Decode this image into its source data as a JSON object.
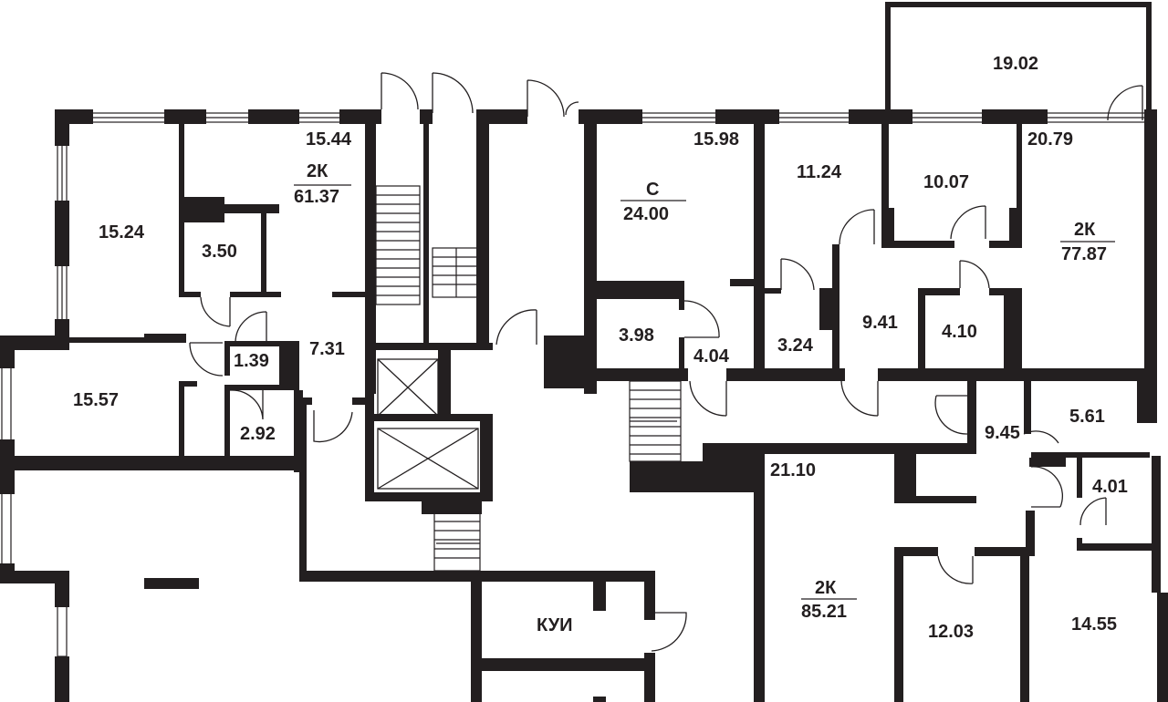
{
  "colors": {
    "wall": "#231f20",
    "background": "#ffffff"
  },
  "labels": {
    "r1544": "15.44",
    "apt1_type": "2К",
    "apt1_area": "61.37",
    "r1524": "15.24",
    "r350": "3.50",
    "r139": "1.39",
    "r731": "7.31",
    "r1557": "15.57",
    "r292": "2.92",
    "r1598": "15.98",
    "storage_type": "С",
    "storage_area": "24.00",
    "r398": "3.98",
    "r404": "4.04",
    "r1124": "11.24",
    "r1007": "10.07",
    "r1902": "19.02",
    "r2079": "20.79",
    "apt2_type": "2К",
    "apt2_area": "77.87",
    "r324": "3.24",
    "r941": "9.41",
    "r410": "4.10",
    "r945": "9.45",
    "r561": "5.61",
    "r2110": "21.10",
    "r401": "4.01",
    "apt3_type": "2К",
    "apt3_area": "85.21",
    "r1203": "12.03",
    "r1455": "14.55",
    "kui": "КУИ"
  }
}
